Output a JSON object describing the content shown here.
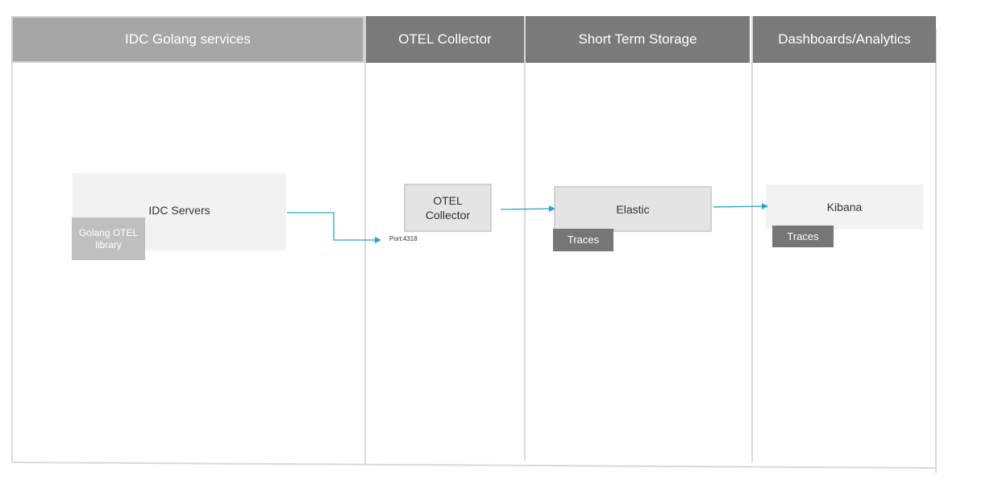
{
  "lanes": [
    {
      "title": "IDC Golang services"
    },
    {
      "title": "OTEL Collector"
    },
    {
      "title": "Short Term Storage"
    },
    {
      "title": "Dashboards/Analytics"
    }
  ],
  "nodes": {
    "idc_servers": "IDC Servers",
    "golang_otel_library": "Golang OTEL library",
    "otel_collector": "OTEL Collector",
    "elastic": "Elastic",
    "elastic_traces": "Traces",
    "kibana": "Kibana",
    "kibana_traces": "Traces"
  },
  "edges": [
    {
      "from": "IDC Servers",
      "to": "OTEL Collector",
      "label": "Port:4318"
    },
    {
      "from": "OTEL Collector",
      "to": "Elastic",
      "label": ""
    },
    {
      "from": "Elastic",
      "to": "Kibana",
      "label": ""
    }
  ],
  "colors": {
    "header_light": "#a6a6a6",
    "header_dark": "#7a7a7a",
    "box_light": "#f2f2f2",
    "box_medium": "#e4e4e4",
    "tag_light": "#bfbfbf",
    "tag_dark": "#767676",
    "arrow": "#2aa3cc"
  }
}
